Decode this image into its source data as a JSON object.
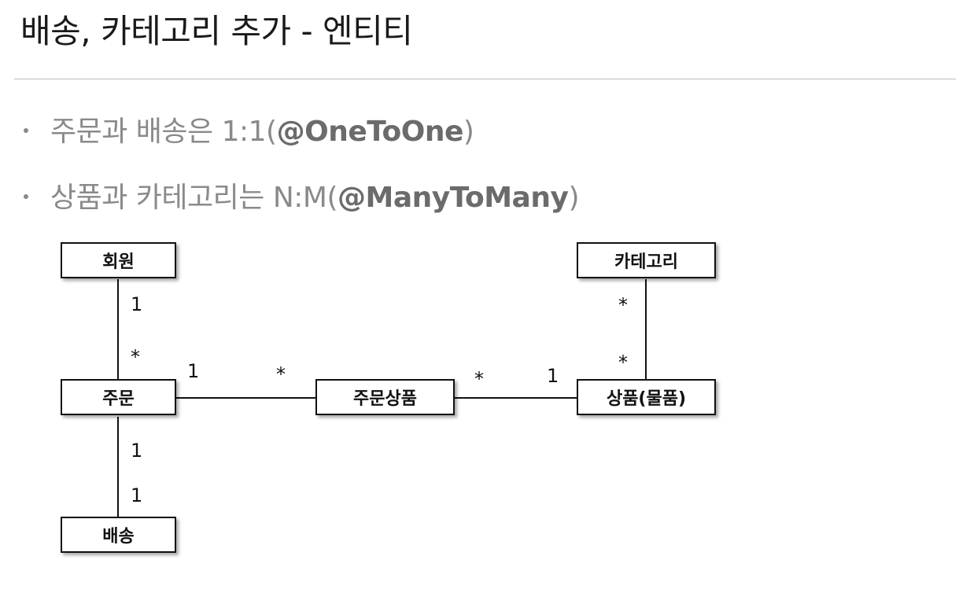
{
  "slide": {
    "title": "배송, 카테고리 추가 - 엔티티",
    "bullets": [
      {
        "text": "주문과 배송은 1:1(",
        "annotation": "@OneToOne",
        "suffix": ")"
      },
      {
        "text": "상품과 카테고리는 N:M(",
        "annotation": "@ManyToMany",
        "suffix": ")"
      }
    ]
  },
  "diagram": {
    "entities": {
      "member": "회원",
      "order": "주문",
      "delivery": "배송",
      "order_item": "주문상품",
      "item": "상품(물품)",
      "category": "카테고리"
    },
    "multiplicities": {
      "member_order_member_side": "1",
      "member_order_order_side": "*",
      "order_orderitem_order_side": "1",
      "order_orderitem_orderitem_side": "*",
      "orderitem_item_orderitem_side": "*",
      "orderitem_item_item_side": "1",
      "category_item_category_side": "*",
      "category_item_item_side": "*",
      "order_delivery_order_side": "1",
      "order_delivery_delivery_side": "1"
    },
    "colors": {
      "line": "#111111",
      "bullet_text": "#8a8a8a",
      "rule": "#bdbdbd"
    }
  }
}
